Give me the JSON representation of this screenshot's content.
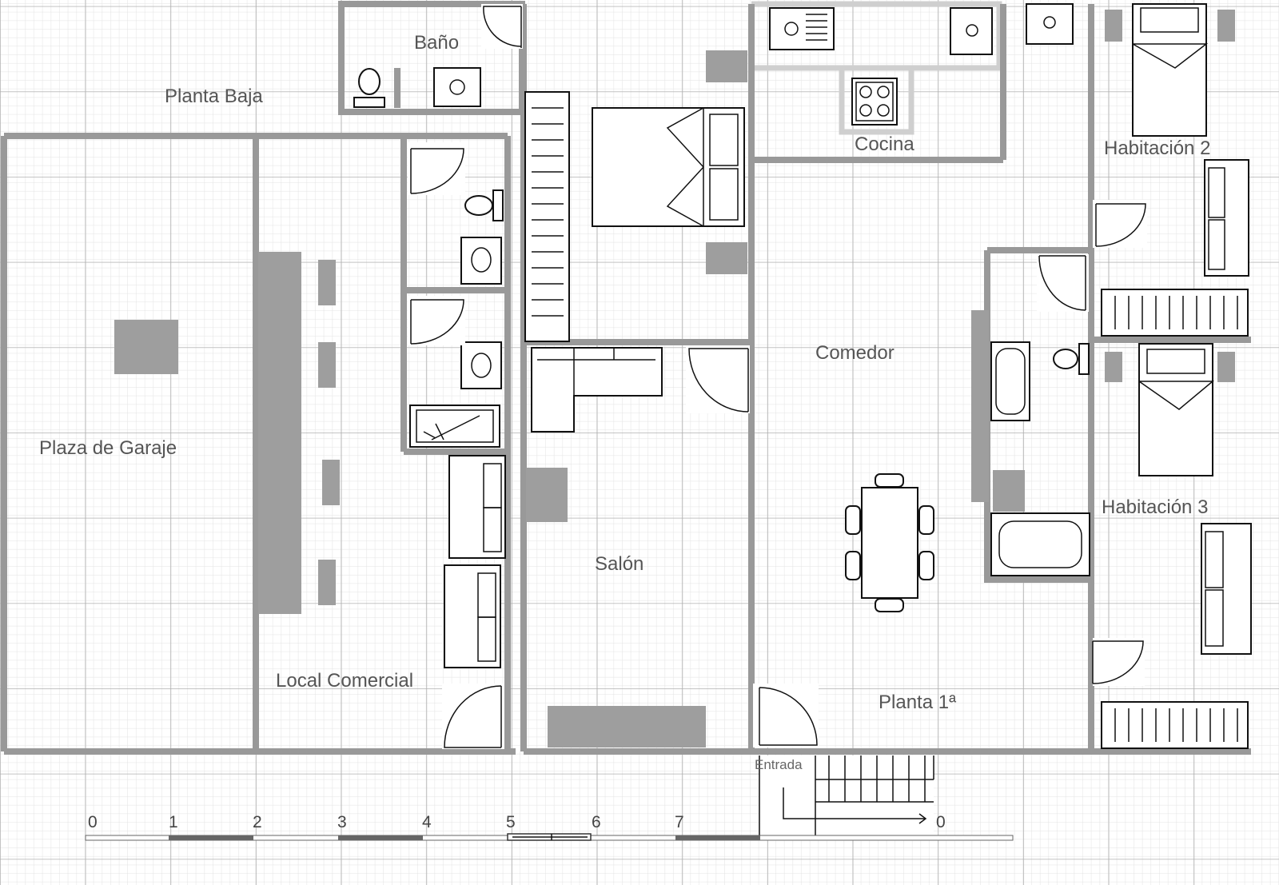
{
  "labels": {
    "bano": "Baño",
    "planta_baja": "Planta Baja",
    "cocina": "Cocina",
    "habitacion_2": "Habitación 2",
    "plaza_garaje": "Plaza de Garaje",
    "comedor": "Comedor",
    "habitacion_3": "Habitación 3",
    "salon": "Salón",
    "local_comercial": "Local Comercial",
    "planta_1": "Planta 1ª",
    "entrada": "Entrada"
  },
  "scale": {
    "ticks": [
      "0",
      "1",
      "2",
      "3",
      "4",
      "5",
      "6",
      "7"
    ],
    "end_label": "0"
  },
  "colors": {
    "wall": "#999999",
    "grid_major": "#b0b0b0",
    "grid_minor": "#e2e2e2",
    "furniture_stroke": "#111111"
  }
}
